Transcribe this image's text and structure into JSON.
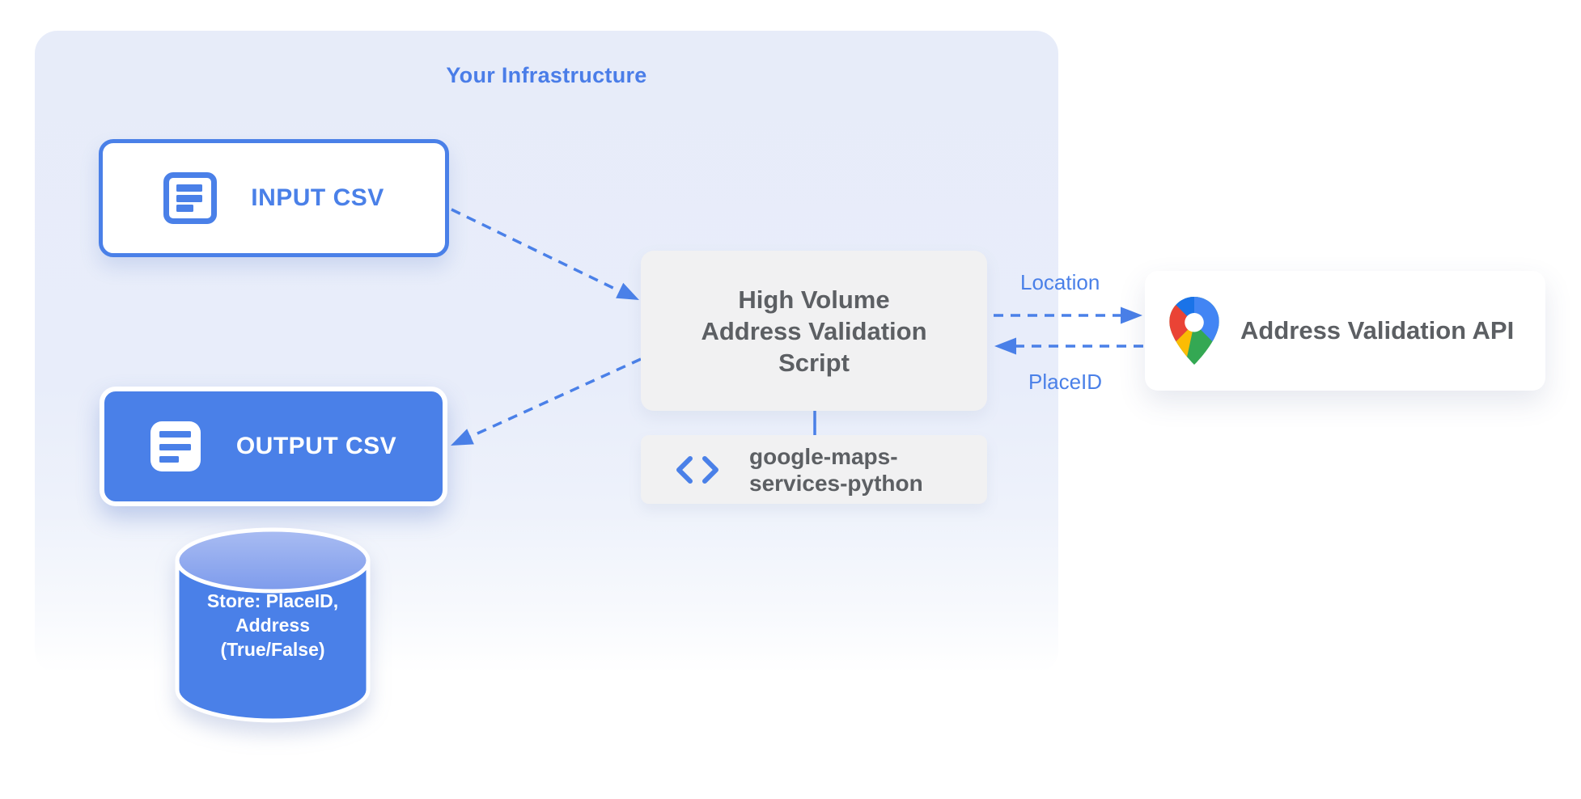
{
  "infrastructure": {
    "title": "Your Infrastructure"
  },
  "input_box": {
    "label": "INPUT CSV",
    "icon": "document-lines-icon"
  },
  "output_box": {
    "label": "OUTPUT CSV",
    "icon": "document-lines-icon"
  },
  "script_box": {
    "lines": [
      "High Volume",
      "Address Validation",
      "Script"
    ]
  },
  "library_box": {
    "icon": "code-icon",
    "lines": [
      "google-maps-",
      "services-python"
    ]
  },
  "api_box": {
    "icon": "google-maps-pin-icon",
    "label": "Address Validation API"
  },
  "datastore": {
    "lines": [
      "Store: PlaceID,",
      "Address",
      "(True/False)"
    ]
  },
  "flows": {
    "location_label": "Location",
    "placeid_label": "PlaceID"
  },
  "colors": {
    "accent_blue": "#4a80e8",
    "container_bg": "#e7ecf9",
    "gray_box": "#f1f1f2",
    "gray_text": "#5c5f63",
    "cylinder_top": "#94acef",
    "pin_red": "#EA4335",
    "pin_blue": "#4285F4",
    "pin_dark_blue": "#1A73E8",
    "pin_yellow": "#FBBC04",
    "pin_green": "#34A853"
  }
}
